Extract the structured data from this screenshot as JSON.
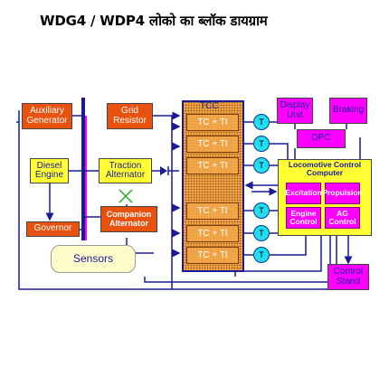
{
  "title": "WDG4 / WDP4 लोको का ब्लॉक डायग्राम",
  "blocks": {
    "auxiliary_generator": "Auxiliary Generator",
    "grid_resistor": "Grid Resistor",
    "diesel_engine": "Diesel Engine",
    "traction_alternator": "Traction Alternator",
    "companion_alternator": "Companion Alternator",
    "governor": "Governor",
    "sensors": "Sensors",
    "tcc": "TCC",
    "tc_ti": "TC + TI",
    "motor": "T",
    "display_unit": "Display Unit",
    "braking": "Braking",
    "dpc": "DPC",
    "lcc_title": "Locomotive Control Computer",
    "excitation": "Excitation",
    "propulsion": "Propulsion",
    "engine_control": "Engine Control",
    "ag_control": "AG Control",
    "control_stand": "Control Stand"
  },
  "colors": {
    "orange": "#e8520e",
    "yellow": "#ffff33",
    "magenta": "#ff00ff",
    "cyan": "#22ddee",
    "tcc": "#f5a84a",
    "line": "#1a1a99"
  }
}
